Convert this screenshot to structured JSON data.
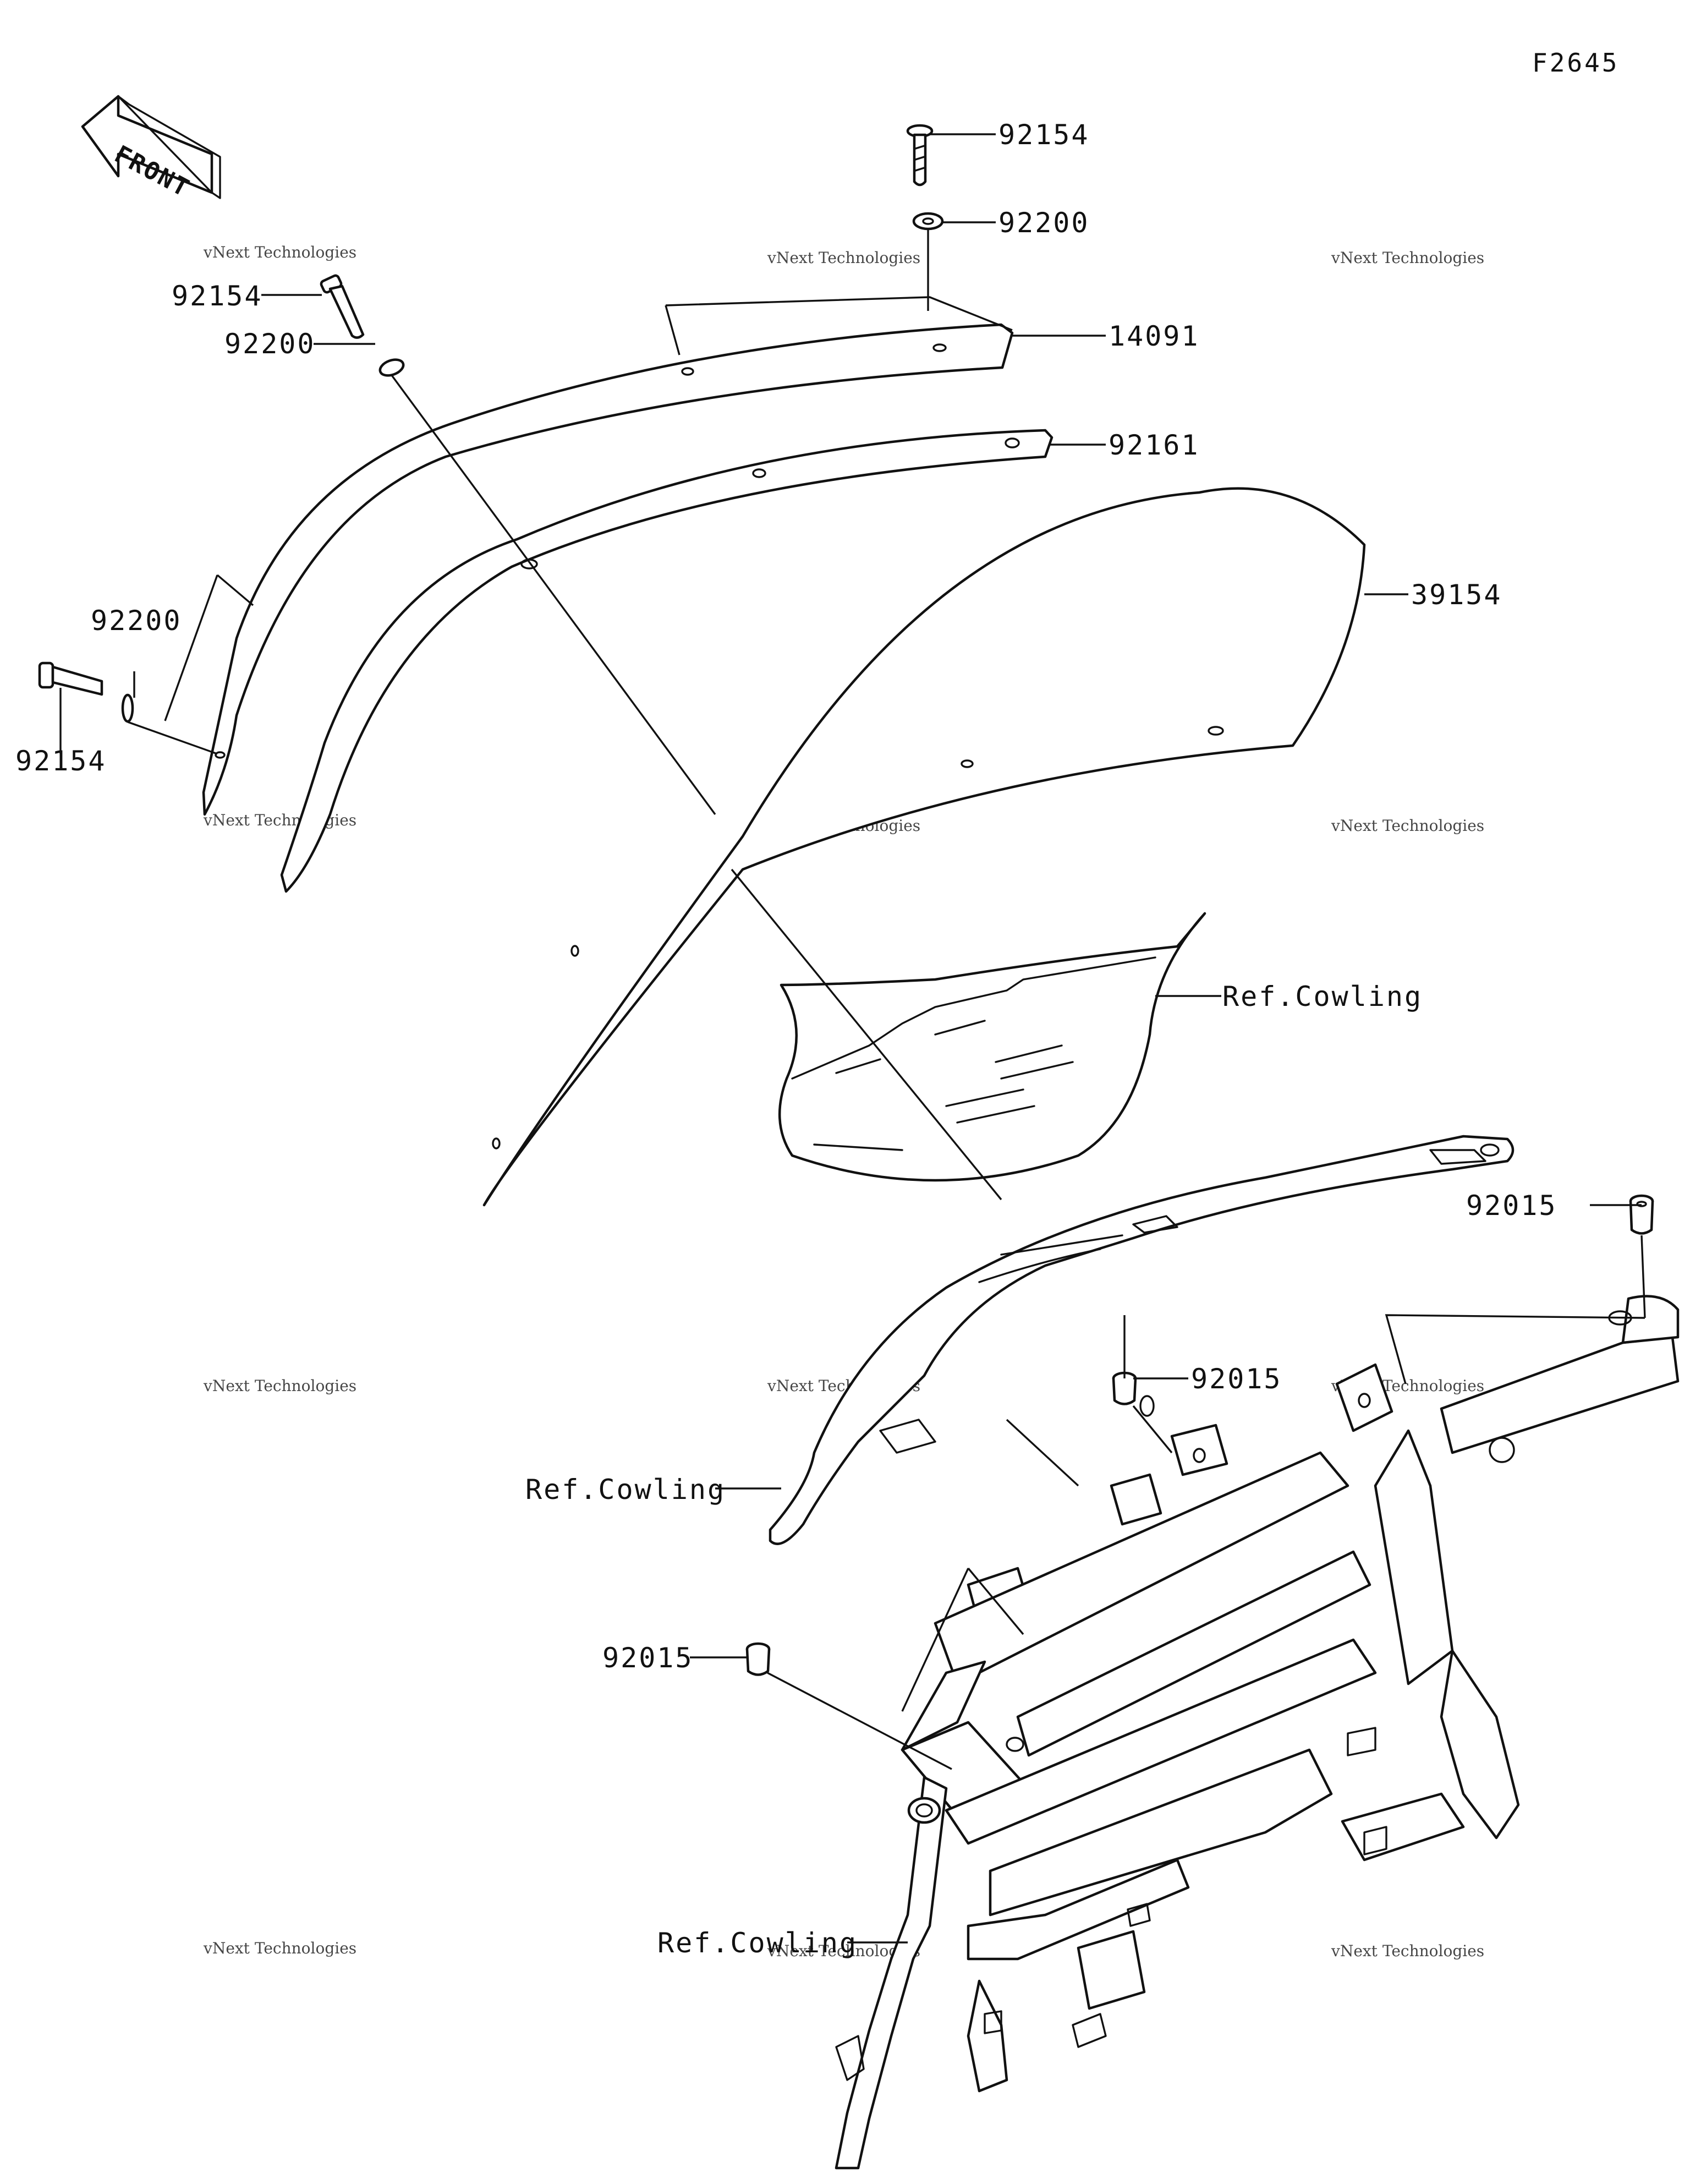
{
  "figure_code": "F2645",
  "front_arrow": {
    "label": "FRONT",
    "icon": "front-direction-arrow-icon"
  },
  "watermark": {
    "line1": "vNext Technologies",
    "line2": "vNext Technologies"
  },
  "callouts": [
    {
      "id": "screw-top",
      "text": "92154"
    },
    {
      "id": "washer-top",
      "text": "92200"
    },
    {
      "id": "screw-left",
      "text": "92154"
    },
    {
      "id": "washer-left",
      "text": "92200"
    },
    {
      "id": "washer-side",
      "text": "92200"
    },
    {
      "id": "screw-side",
      "text": "92154"
    },
    {
      "id": "trim-strip",
      "text": "14091"
    },
    {
      "id": "seal",
      "text": "92161"
    },
    {
      "id": "windshield",
      "text": "39154"
    },
    {
      "id": "ref-cowling-1",
      "text": "Ref.Cowling"
    },
    {
      "id": "grommet-right",
      "text": "92015"
    },
    {
      "id": "grommet-mid",
      "text": "92015"
    },
    {
      "id": "ref-cowling-2",
      "text": "Ref.Cowling"
    },
    {
      "id": "grommet-left",
      "text": "92015"
    },
    {
      "id": "ref-cowling-3",
      "text": "Ref.Cowling"
    }
  ]
}
